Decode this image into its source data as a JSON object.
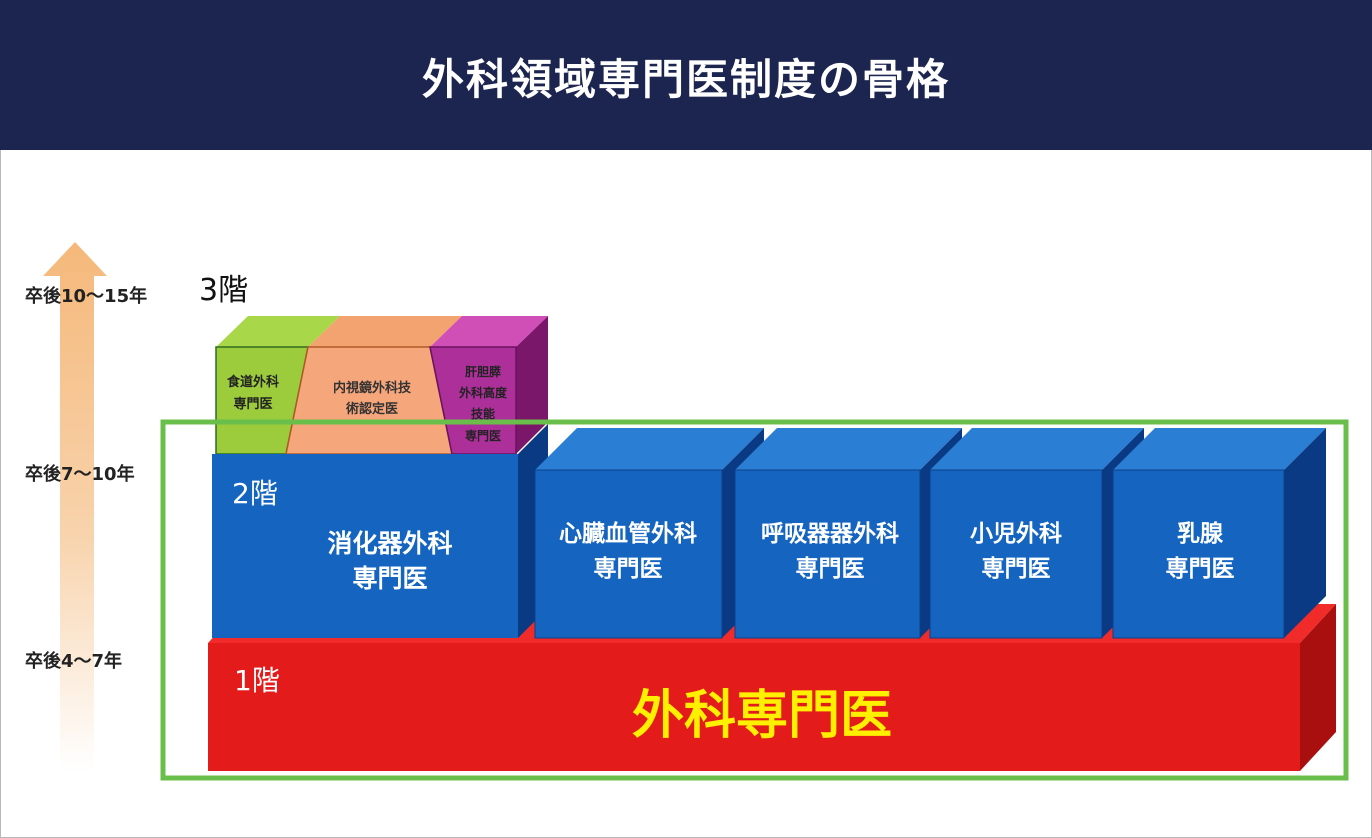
{
  "title": "外科領域専門医制度の骨格",
  "timeline": {
    "top": "卒後10～15年",
    "middle": "卒後7～10年",
    "bottom": "卒後4～7年"
  },
  "floors": {
    "floor3": "3階",
    "floor2": "2階",
    "floor1": "1階"
  },
  "level1": {
    "label": "外科専門医"
  },
  "level2": [
    {
      "line1": "消化器外科",
      "line2": "専門医"
    },
    {
      "line1": "心臓血管外科",
      "line2": "専門医"
    },
    {
      "line1": "呼吸器器外科",
      "line2": "専門医"
    },
    {
      "line1": "小児外科",
      "line2": "専門医"
    },
    {
      "line1": "乳腺",
      "line2": "専門医"
    }
  ],
  "level3": [
    {
      "line1": "食道外科",
      "line2": "専門医"
    },
    {
      "line1": "内視鏡外科技",
      "line2": "術認定医"
    },
    {
      "line1": "肝胆膵",
      "line2": "外科高度",
      "line3": "技能",
      "line4": "専門医"
    }
  ],
  "colors": {
    "header": "#1c2550",
    "blue": "#1565c0",
    "red": "#e31b1b",
    "yellow_text": "#ffef00",
    "green_frame": "#6abf4b"
  }
}
